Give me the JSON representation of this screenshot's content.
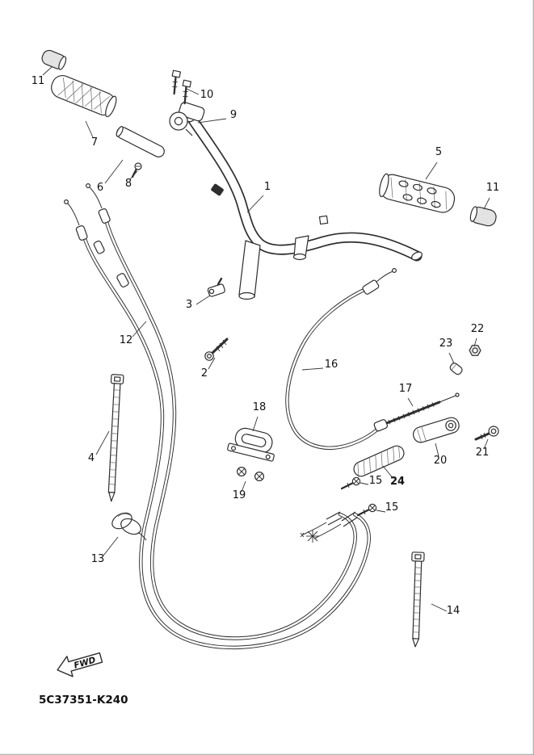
{
  "diagram": {
    "code": "5C37351-K240",
    "fwd_label": "FWD"
  },
  "callouts": [
    {
      "label": "11"
    },
    {
      "label": "10"
    },
    {
      "label": "9"
    },
    {
      "label": "7"
    },
    {
      "label": "5"
    },
    {
      "label": "8"
    },
    {
      "label": "6"
    },
    {
      "label": "1"
    },
    {
      "label": "11"
    },
    {
      "label": "3"
    },
    {
      "label": "22"
    },
    {
      "label": "12"
    },
    {
      "label": "23"
    },
    {
      "label": "16"
    },
    {
      "label": "2"
    },
    {
      "label": "17"
    },
    {
      "label": "18"
    },
    {
      "label": "4"
    },
    {
      "label": "21"
    },
    {
      "label": "20"
    },
    {
      "label": "15"
    },
    {
      "label": "24"
    },
    {
      "label": "19"
    },
    {
      "label": "15"
    },
    {
      "label": "13"
    },
    {
      "label": "14"
    }
  ]
}
